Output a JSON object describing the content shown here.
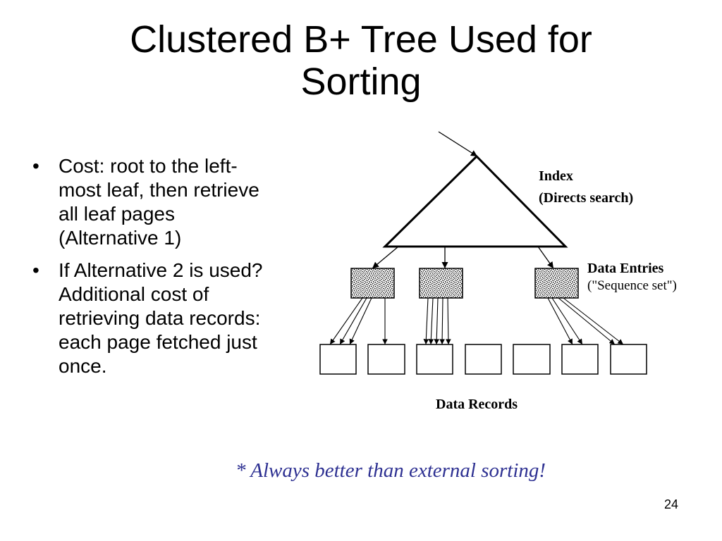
{
  "slide": {
    "title_line1": "Clustered B+ Tree Used for",
    "title_line2": "Sorting",
    "bullets": [
      "Cost: root to the left-most leaf, then retrieve all leaf pages (Alternative 1)",
      "If Alternative 2 is used? Additional cost of retrieving data records: each page fetched just once."
    ],
    "bullet_lines": [
      [
        "Cost: root to the left-",
        "most leaf, then retrieve",
        "all leaf pages",
        "(Alternative 1)"
      ],
      [
        "If Alternative 2 is used?",
        "Additional cost of",
        "retrieving data records:",
        "each page fetched just",
        "once."
      ]
    ],
    "bullet_marker": "•",
    "note": "*  Always better than external sorting!",
    "slide_number": "24"
  },
  "diagram": {
    "index_label_line1": "Index",
    "index_label_line2": "(Directs search)",
    "data_entries_label": "Data Entries",
    "sequence_set_label": "(\"Sequence set\")",
    "data_records_label": "Data Records"
  },
  "colors": {
    "note": "#2e3192",
    "text": "#000000",
    "background": "#ffffff"
  }
}
